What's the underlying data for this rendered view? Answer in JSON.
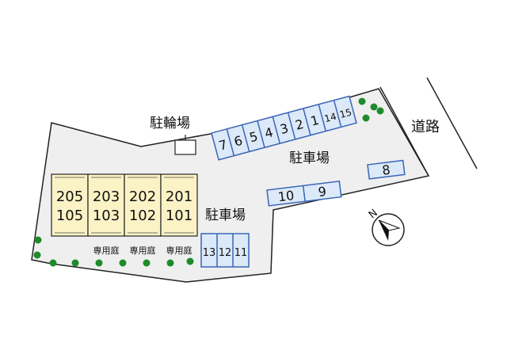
{
  "labels": {
    "road": "道路",
    "bicycle_parking": "駐輪場",
    "parking_upper": "駐車場",
    "parking_lower": "駐車場"
  },
  "units": [
    {
      "upper": "205",
      "lower": "105"
    },
    {
      "upper": "203",
      "lower": "103"
    },
    {
      "upper": "202",
      "lower": "102"
    },
    {
      "upper": "201",
      "lower": "101"
    }
  ],
  "private_garden_label": "専用庭",
  "parking_spaces": {
    "row_top": [
      "7",
      "6",
      "5",
      "4",
      "3",
      "2",
      "1",
      "14",
      "15"
    ],
    "row_mid": [
      "10",
      "9"
    ],
    "single": "8",
    "row_bottom": [
      "13",
      "12",
      "11"
    ]
  },
  "compass": {
    "label": "N"
  },
  "colors": {
    "lot": "#efefef",
    "building": "#fbf3c6",
    "parking": "#dce9f9",
    "parking_stroke": "#3a66b5",
    "tree": "#1f8a2c"
  }
}
